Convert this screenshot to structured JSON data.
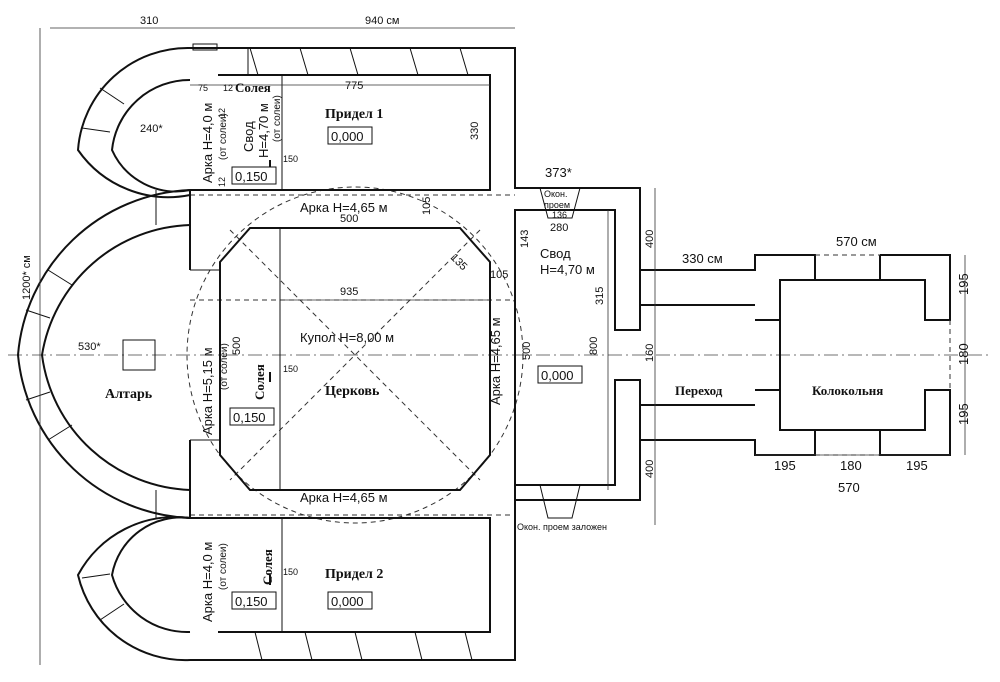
{
  "dimensions": {
    "top_left": "310",
    "top_total": "940 см",
    "left_total": "1200* см",
    "prid1_width": "775",
    "apse_top": "240*",
    "altar_radius": "530*",
    "depth_330": "330",
    "d75": "75",
    "d12a": "12",
    "d12b": "12",
    "d12c": "12",
    "d150a": "150",
    "d150b": "150",
    "d150c": "150",
    "d500_top": "500",
    "d105_top": "105",
    "d135": "135",
    "d935": "935",
    "d105_mid": "105",
    "d143": "143",
    "d280": "280",
    "d136": "136",
    "d373": "373*",
    "d400_top": "400",
    "d315": "315",
    "d800": "800",
    "d500_left": "500",
    "d500_right": "500",
    "d160": "160",
    "d400_bottom": "400",
    "passage": "330 см",
    "bell_width": "570 см",
    "bell_right_top": "195",
    "bell_right_mid": "180",
    "bell_right_bottom": "195",
    "bell_bottom_left": "195",
    "bell_bottom_mid": "180",
    "bell_bottom_right": "195",
    "bell_bottom_total": "570"
  },
  "rooms": {
    "prid1": "Придел 1",
    "prid2": "Придел 2",
    "church": "Церковь",
    "altar": "Алтарь",
    "passage": "Переход",
    "belfry": "Колокольня",
    "soleya": "Солея"
  },
  "notes": {
    "arch_top": "Арка  Н=4,65 м",
    "arch_bottom": "Арка  Н=4,65 м",
    "arch_right": "Арка  Н=4,65 м",
    "arch_left": "Арка Н=5,15 м",
    "from_soleya": "(от солеи)",
    "arch_small": "Арка Н=4,0 м",
    "vault_small": "Свод",
    "vault_small_h": "Н=4,70 м",
    "dome": "Купол  Н=8,00 м",
    "vault_right": "Свод",
    "vault_right_h": "Н=4,70 м",
    "window_opening_1": "Окон.",
    "window_opening_2": "проем",
    "window_closed": "Окон. проем заложен"
  },
  "levels": {
    "prid1_floor": "0,000",
    "prid1_soleya": "0,150",
    "church_soleya": "0,150",
    "narthex": "0,000",
    "prid2_soleya": "0,150",
    "prid2_floor": "0,000"
  }
}
